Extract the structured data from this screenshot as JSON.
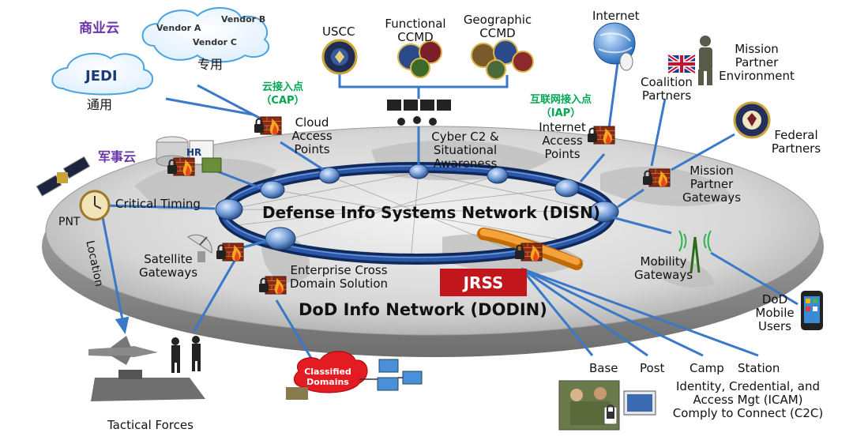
{
  "commercial_cloud": {
    "label": "商业云",
    "vendor_a": "Vendor A",
    "vendor_b": "Vendor B",
    "vendor_c": "Vendor C",
    "dedicated": "专用"
  },
  "jedi": {
    "label": "JEDI",
    "general": "通用"
  },
  "military_cloud": {
    "label": "军事云",
    "logo_text": "HR"
  },
  "cap": {
    "cn_label": "云接入点",
    "abbr": "（CAP）",
    "label": "Cloud\nAccess\nPoints"
  },
  "usc": {
    "label": "USCC"
  },
  "functional": {
    "label": "Functional\nCCMD"
  },
  "geographic": {
    "label": "Geographic\nCCMD"
  },
  "cyber": {
    "label": "Cyber C2 &\nSituational\nAwareness"
  },
  "internet": {
    "label": "Internet"
  },
  "iap": {
    "cn_label": "互联网接入点",
    "abbr": "（IAP）",
    "label": "Internet\nAccess\nPoints"
  },
  "mission_partner_env": {
    "label": "Mission\nPartner\nEnvironment"
  },
  "coalition": {
    "label": "Coalition\nPartners"
  },
  "federal": {
    "label": "Federal\nPartners"
  },
  "mission_partner_gateways": {
    "label": "Mission\nPartner\nGateways"
  },
  "disn": {
    "label": "Defense Info Systems Network (DISN)"
  },
  "dodin": {
    "label": "DoD Info Network (DODIN)"
  },
  "pnt": {
    "label": "PNT"
  },
  "critical_timing": {
    "label": "Critical Timing"
  },
  "location": {
    "label": "Location"
  },
  "satellite_gateways": {
    "label": "Satellite\nGateways"
  },
  "ecds": {
    "label": "Enterprise Cross\nDomain Solution"
  },
  "jrss": {
    "label": "JRSS"
  },
  "mobility_gateways": {
    "label": "Mobility\nGateways"
  },
  "mobile_users": {
    "label": "DoD\nMobile\nUsers"
  },
  "tactical": {
    "label": "Tactical Forces"
  },
  "classified": {
    "label": "Classified\nDomains"
  },
  "endpoints": {
    "base": "Base",
    "post": "Post",
    "camp": "Camp",
    "station": "Station"
  },
  "icam": {
    "label": "Identity, Credential, and\nAccess Mgt (ICAM)\nComply to Connect (C2C)"
  },
  "colors": {
    "ring": "#1f3d7a",
    "node": "#6f9bd6",
    "jrss_red": "#c0161c",
    "platform": "#d9d9d9",
    "line": "#3a78c8",
    "cn_purple": "#6b35a8",
    "cn_green": "#00a651",
    "fire": "#e8761a",
    "firewall": "#8a2a10"
  }
}
